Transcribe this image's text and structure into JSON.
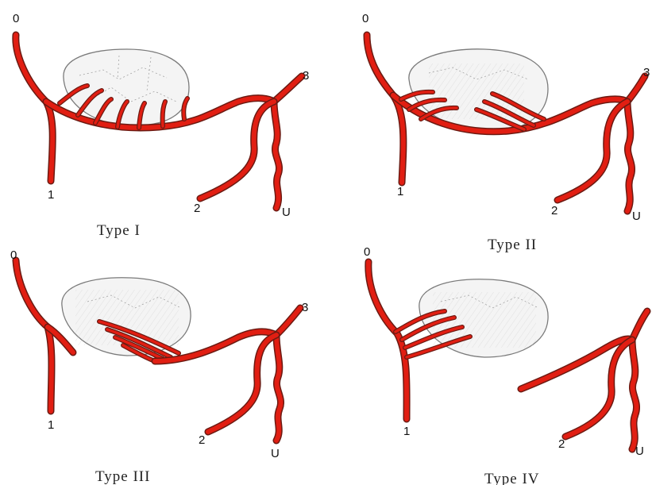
{
  "colors": {
    "artery": "#e11e12",
    "artery_edge": "#6b1a12",
    "ovary_fill": "#f4f4f4"
  },
  "panels": [
    {
      "type_label": "Type I",
      "labels": {
        "ovarian": "0",
        "uterine_top": "1",
        "tubal": "2",
        "fundal": "3",
        "uterus": "U"
      }
    },
    {
      "type_label": "Type II",
      "labels": {
        "ovarian": "0",
        "uterine_top": "1",
        "tubal": "2",
        "fundal": "3",
        "uterus": "U"
      }
    },
    {
      "type_label": "Type III",
      "labels": {
        "ovarian": "0",
        "uterine_top": "1",
        "tubal": "2",
        "fundal": "3",
        "uterus": "U"
      }
    },
    {
      "type_label": "Type IV",
      "labels": {
        "ovarian": "0",
        "uterine_top": "1",
        "tubal": "2",
        "uterus": "U"
      }
    }
  ]
}
